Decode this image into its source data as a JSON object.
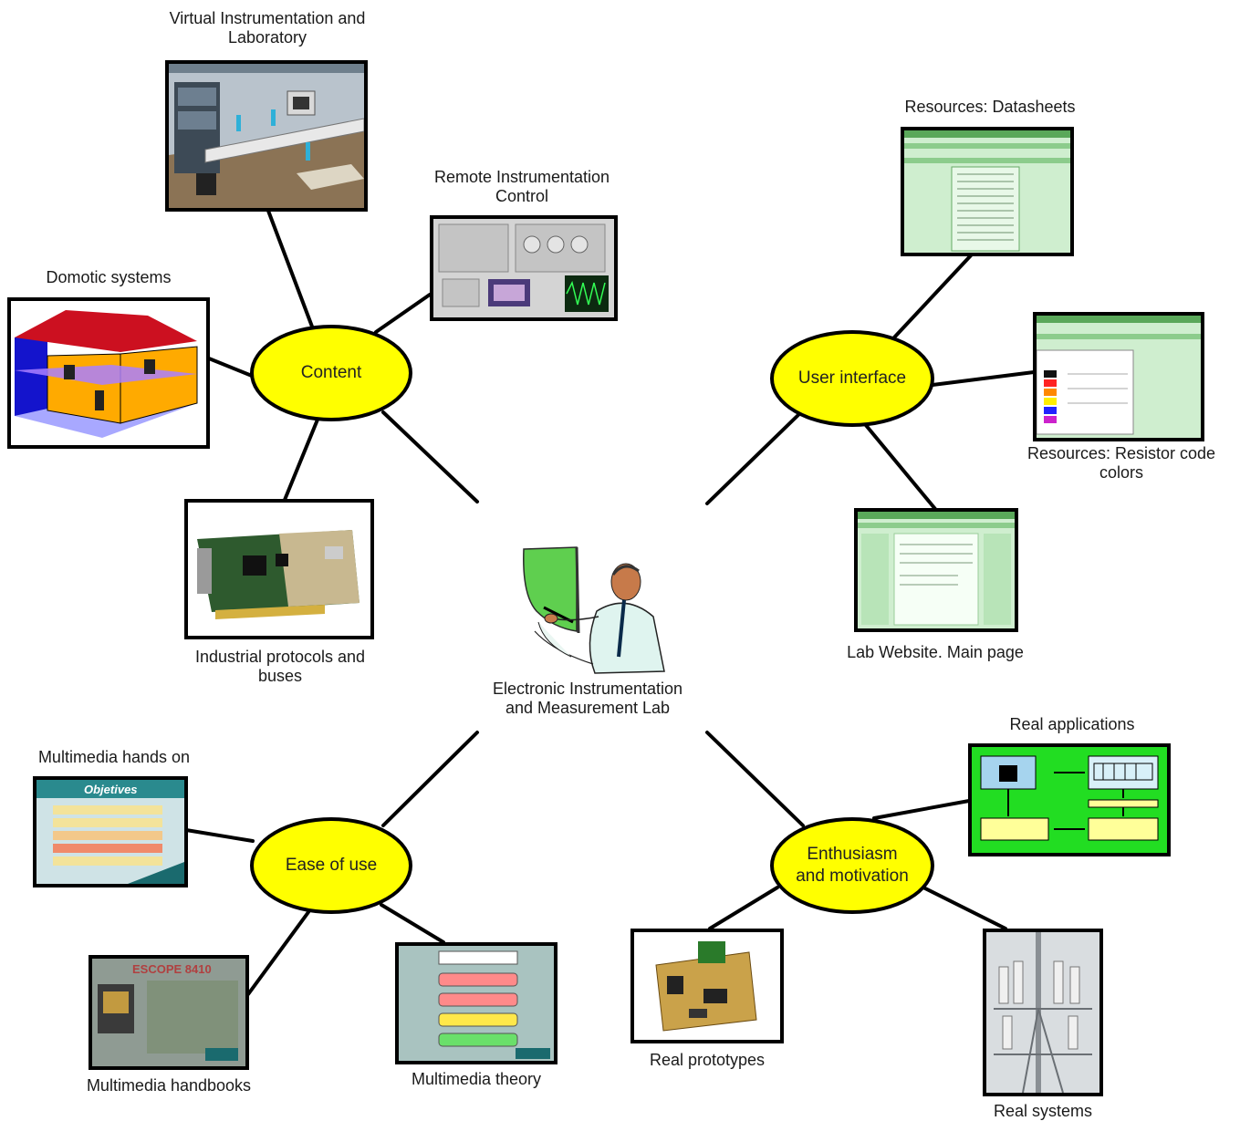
{
  "center": {
    "title_lines": [
      "Electronic Instrumentation",
      "and Measurement Lab"
    ],
    "illustration": "teacher-with-board-icon"
  },
  "nodes": {
    "content": {
      "label": "Content"
    },
    "user_interface": {
      "label": "User interface"
    },
    "ease_of_use": {
      "label": "Ease of use"
    },
    "enthusiasm": {
      "lines": [
        "Enthusiasm",
        "and motivation"
      ]
    }
  },
  "thumbs": {
    "virtual_lab": {
      "lines": [
        "Virtual Instrumentation and",
        "Laboratory"
      ]
    },
    "remote_control": {
      "lines": [
        "Remote Instrumentation",
        "Control"
      ]
    },
    "domotic": {
      "label": "Domotic systems"
    },
    "industrial": {
      "lines": [
        "Industrial protocols and",
        "buses"
      ]
    },
    "datasheets": {
      "label": "Resources: Datasheets"
    },
    "resistor": {
      "lines": [
        "Resources: Resistor code",
        "colors"
      ]
    },
    "lab_website": {
      "label": "Lab Website. Main page"
    },
    "mm_hands_on": {
      "label": "Multimedia hands on",
      "screen_title": "Objetives"
    },
    "mm_handbooks": {
      "label": "Multimedia handbooks",
      "screen_title": "ESCOPE 8410"
    },
    "mm_theory": {
      "label": "Multimedia theory"
    },
    "real_apps": {
      "label": "Real applications"
    },
    "real_prototypes": {
      "label": "Real prototypes"
    },
    "real_systems": {
      "label": "Real systems"
    }
  },
  "colors": {
    "node_fill": "#ffff00",
    "outline": "#000000",
    "web_green": "#cfeecf",
    "app_green": "#22dd22"
  }
}
